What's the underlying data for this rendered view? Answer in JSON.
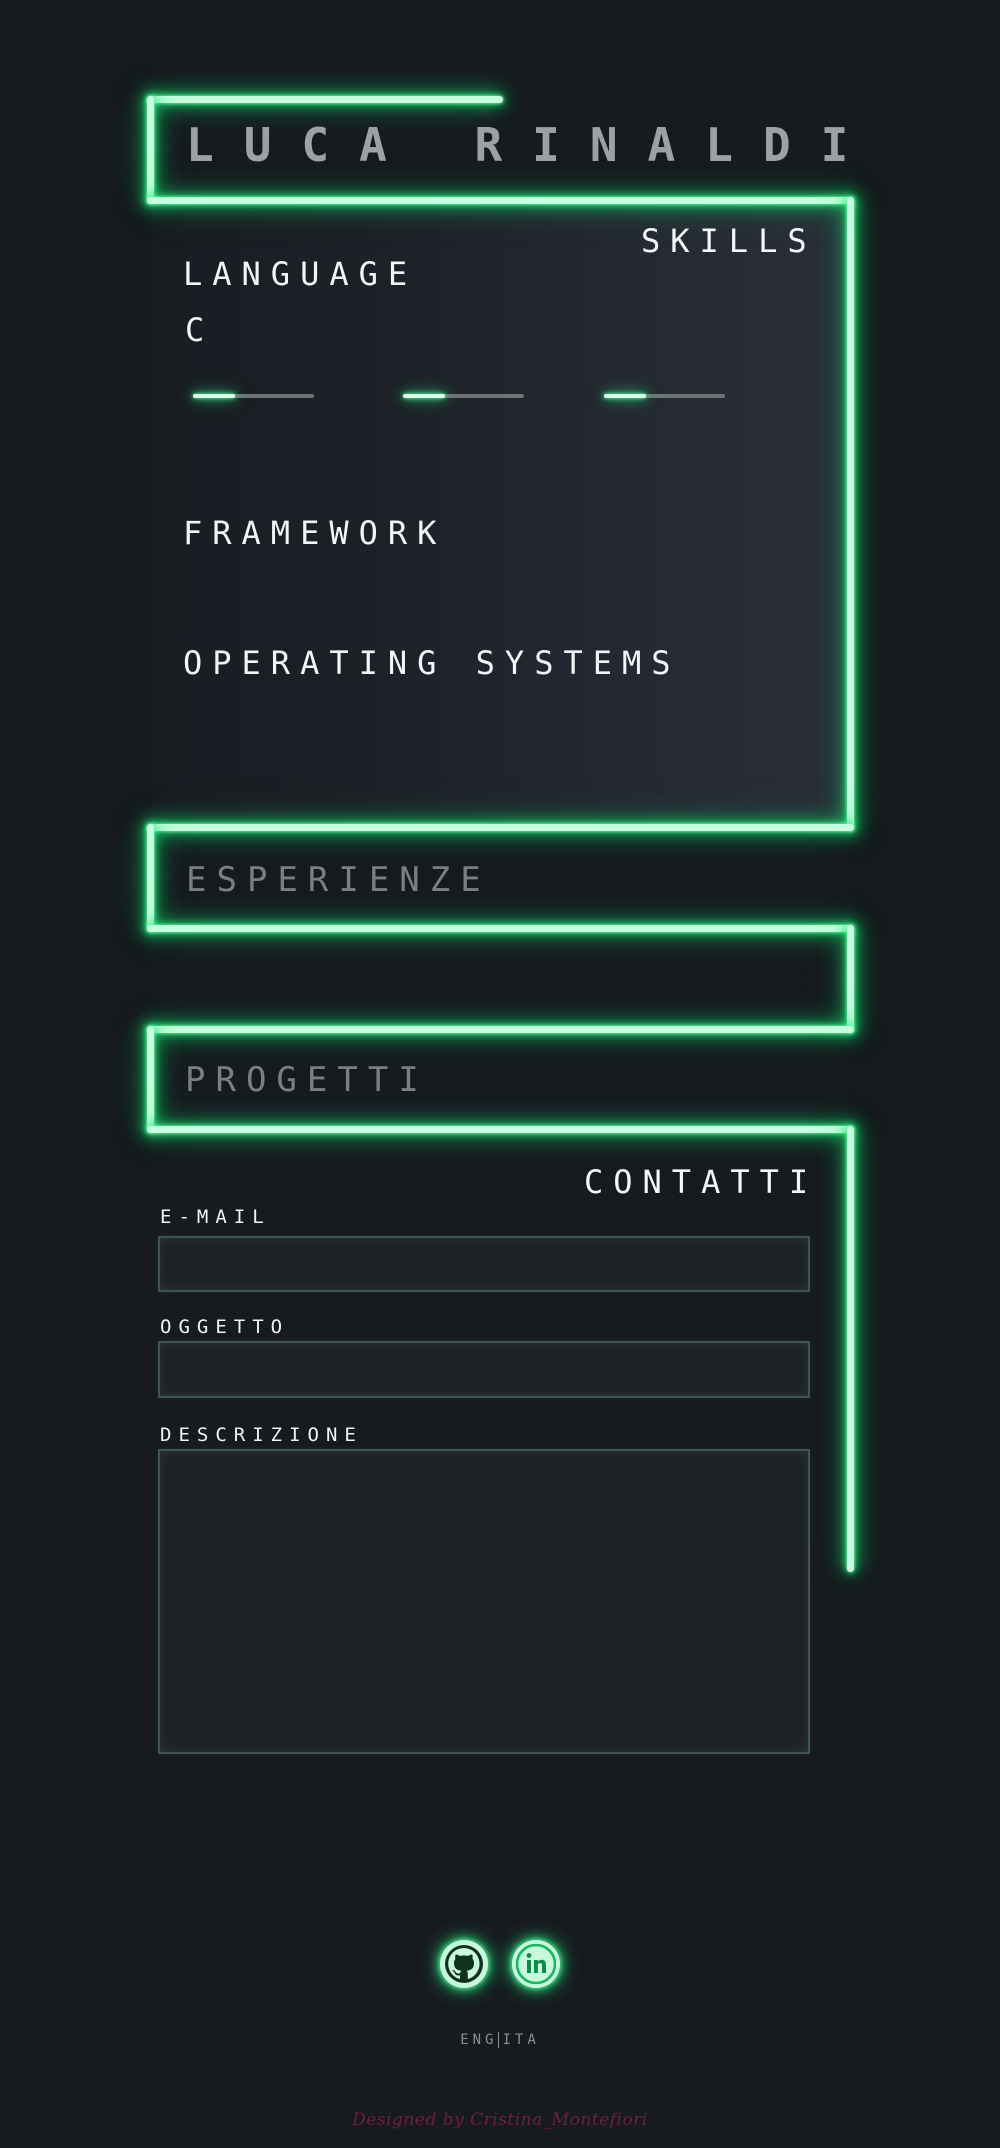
{
  "header": {
    "name": "LUCA RINALDI"
  },
  "skills": {
    "title": "SKILLS",
    "categories": [
      {
        "title": "LANGUAGE",
        "items": [
          {
            "label": "C",
            "levels": [
              0.35,
              0.35,
              0.35
            ]
          }
        ]
      },
      {
        "title": "FRAMEWORK"
      },
      {
        "title": "OPERATING SYSTEMS"
      }
    ]
  },
  "experience": {
    "title": "ESPERIENZE"
  },
  "projects": {
    "title": "PROGETTI"
  },
  "contact": {
    "title": "CONTATTI",
    "email_label": "E-MAIL",
    "subject_label": "OGGETTO",
    "description_label": "DESCRIZIONE",
    "email_value": "",
    "subject_value": "",
    "description_value": ""
  },
  "social": {
    "items": [
      {
        "icon": "github-icon"
      },
      {
        "icon": "linkedin-icon"
      }
    ]
  },
  "language_switch": {
    "eng": "ENG",
    "ita": "ITA"
  },
  "footer": {
    "credit": "Designed by Cristina_Montefiori"
  },
  "colors": {
    "background": "#171a1f",
    "neon": "#11d66a",
    "credit": "#6d1f45"
  }
}
